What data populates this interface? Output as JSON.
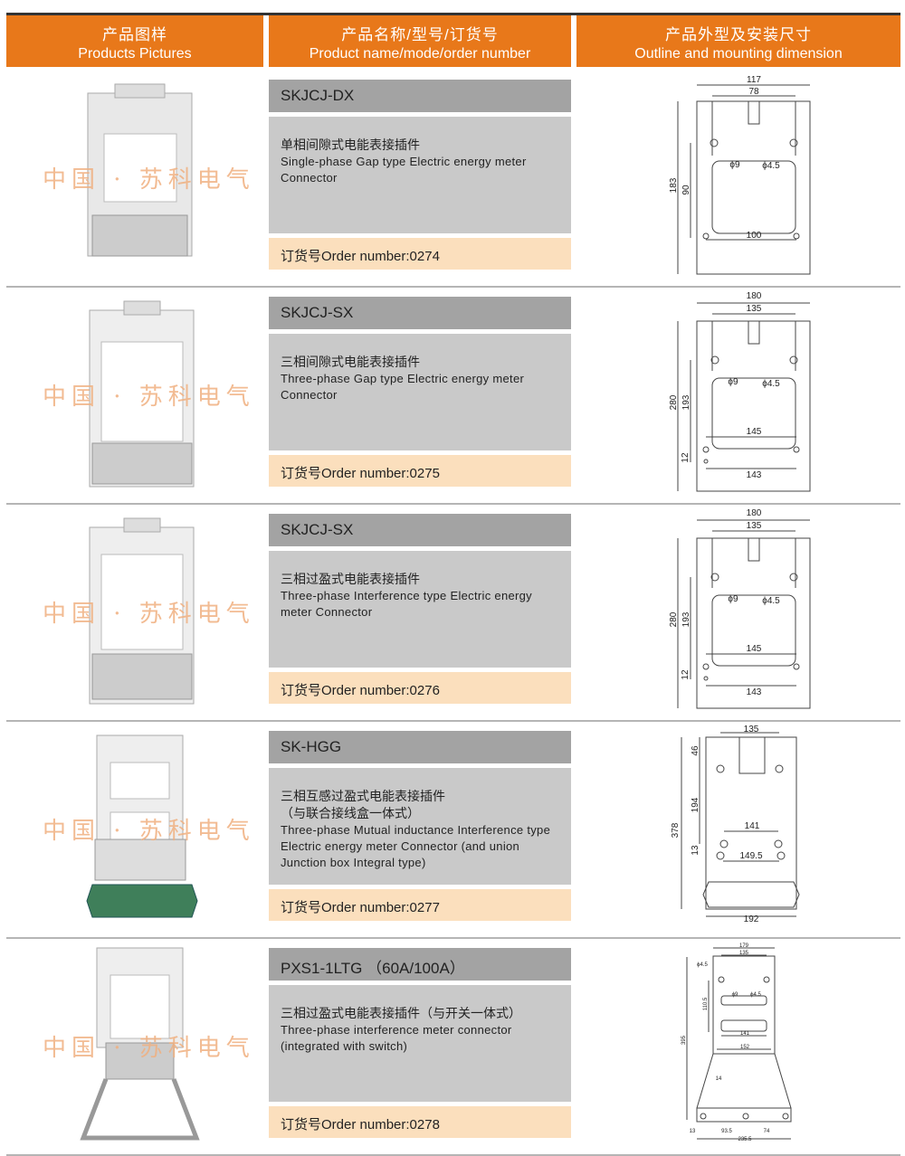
{
  "header": {
    "col1_cn": "产品图样",
    "col1_en": "Products Pictures",
    "col2_cn": "产品名称/型号/订货号",
    "col2_en": "Product name/mode/order number",
    "col3_cn": "产品外型及安装尺寸",
    "col3_en": "Outline and mounting dimension"
  },
  "watermark": "中国 · 苏科电气",
  "colors": {
    "header": "#e8781a",
    "title_bg": "#a3a3a3",
    "desc_bg": "#c9c9c9",
    "order_bg": "#fbdfbd"
  },
  "products": [
    {
      "model": "SKJCJ-DX",
      "name_cn": [
        "单相间隙式电能表接插件"
      ],
      "name_en": "Single-phase Gap type Electric energy meter Connector",
      "order": "订货号Order number:0274",
      "dims": [
        "117",
        "78",
        "ϕ9",
        "ϕ4.5",
        "183",
        "90",
        "100"
      ]
    },
    {
      "model": "SKJCJ-SX",
      "name_cn": [
        "三相间隙式电能表接插件"
      ],
      "name_en": "Three-phase Gap type Electric energy meter Connector",
      "order": "订货号Order number:0275",
      "dims": [
        "180",
        "135",
        "ϕ9",
        "ϕ4.5",
        "280",
        "193",
        "145",
        "12",
        "143"
      ]
    },
    {
      "model": "SKJCJ-SX",
      "name_cn": [
        "三相过盈式电能表接插件"
      ],
      "name_en": "Three-phase Interference type Electric energy meter Connector",
      "order": "订货号Order number:0276",
      "dims": [
        "180",
        "135",
        "ϕ9",
        "ϕ4.5",
        "280",
        "193",
        "145",
        "12",
        "143"
      ]
    },
    {
      "model": "SK-HGG",
      "name_cn": [
        "三相互感过盈式电能表接插件",
        "（与联合接线盒一体式）"
      ],
      "name_en": "Three-phase Mutual inductance Interference type Electric energy meter Connector (and union Junction box Integral type)",
      "order": "订货号Order number:0277",
      "dims": [
        "135",
        "46",
        "194",
        "378",
        "141",
        "13",
        "149.5",
        "192"
      ]
    },
    {
      "model": "PXS1-1LTG （60A/100A）",
      "name_cn": [
        "三相过盈式电能表接插件（与开关一体式）"
      ],
      "name_en": "Three-phase interference meter connector (integrated with switch)",
      "order": "订货号Order number:0278",
      "dims": [
        "179",
        "135",
        "ϕ4.5",
        "110.5",
        "ϕ9",
        "ϕ4.5",
        "141",
        "152",
        "395",
        "14",
        "13",
        "93.5",
        "74",
        "235.5"
      ]
    }
  ]
}
